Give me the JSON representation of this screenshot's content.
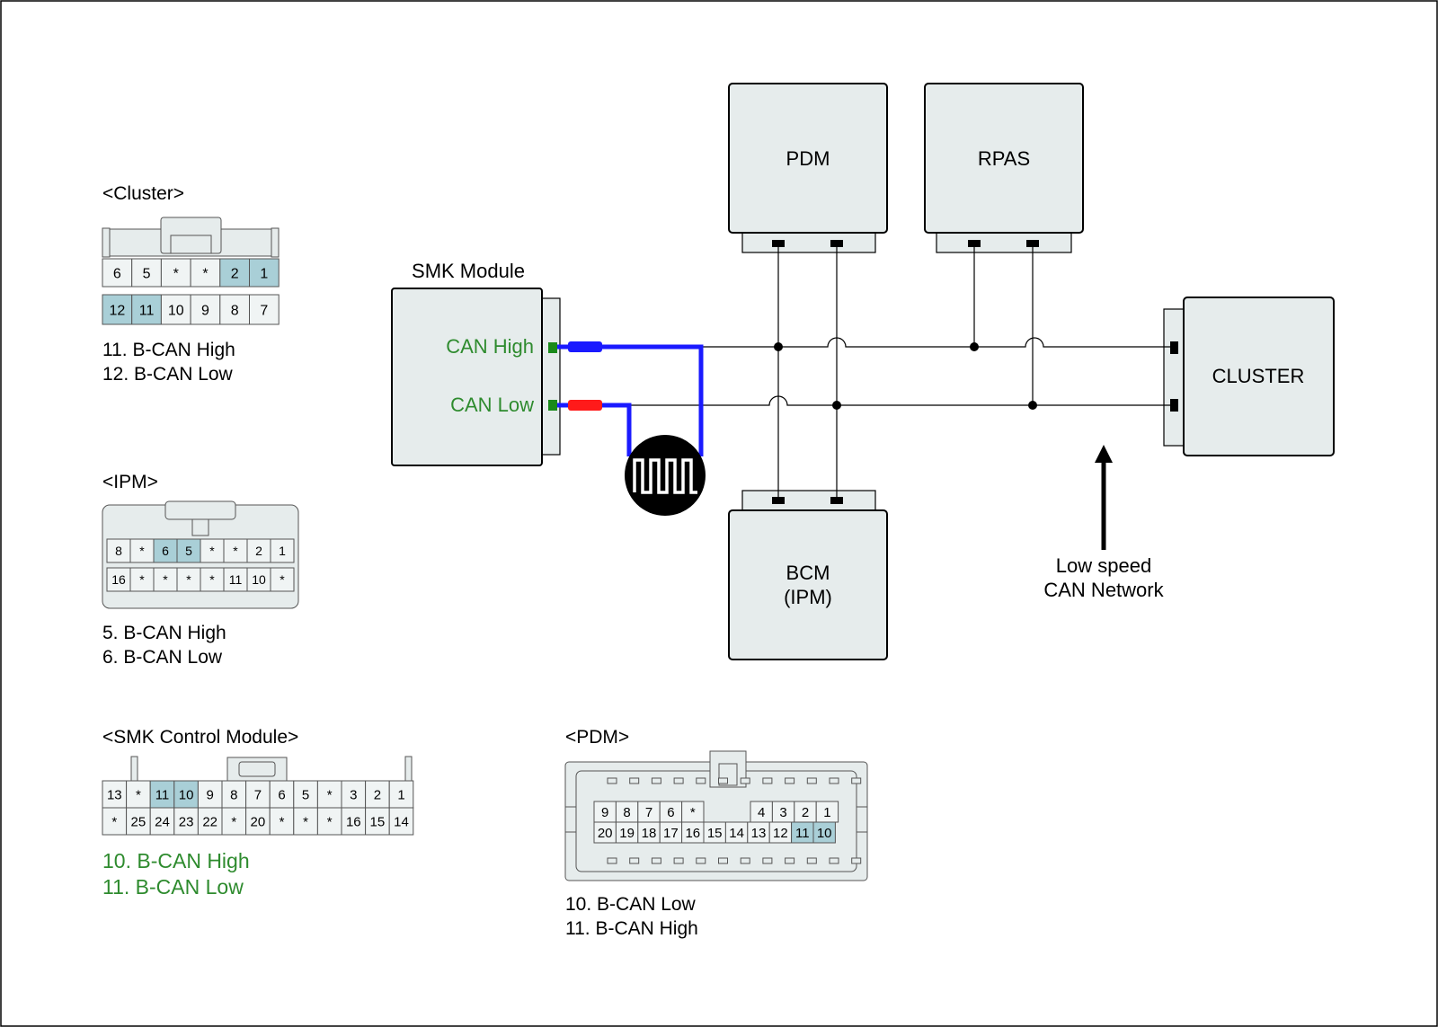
{
  "modules": {
    "pdm": "PDM",
    "rpas": "RPAS",
    "smk": "SMK Module",
    "cluster": "CLUSTER",
    "bcm_line1": "BCM",
    "bcm_line2": "(IPM)"
  },
  "smk_pins": {
    "can_high": "CAN High",
    "can_low": "CAN Low"
  },
  "network": {
    "line1": "Low speed",
    "line2": "CAN Network"
  },
  "cluster_conn": {
    "title": "<Cluster>",
    "top": [
      "6",
      "5",
      "*",
      "*",
      "2",
      "1"
    ],
    "bottom": [
      "12",
      "11",
      "10",
      "9",
      "8",
      "7"
    ],
    "pins": [
      "11. B-CAN High",
      "12. B-CAN Low"
    ]
  },
  "ipm_conn": {
    "title": "<IPM>",
    "top": [
      "8",
      "*",
      "6",
      "5",
      "*",
      "*",
      "2",
      "1"
    ],
    "bottom": [
      "16",
      "*",
      "*",
      "*",
      "*",
      "11",
      "10",
      "*"
    ],
    "pins": [
      "5. B-CAN High",
      "6. B-CAN Low"
    ]
  },
  "smk_conn": {
    "title": "<SMK Control Module>",
    "top": [
      "13",
      "*",
      "11",
      "10",
      "9",
      "8",
      "7",
      "6",
      "5",
      "*",
      "3",
      "2",
      "1"
    ],
    "bottom": [
      "*",
      "25",
      "24",
      "23",
      "22",
      "*",
      "20",
      "*",
      "*",
      "*",
      "16",
      "15",
      "14"
    ],
    "pins": [
      "10. B-CAN High",
      "11. B-CAN Low"
    ]
  },
  "pdm_conn": {
    "title": "<PDM>",
    "top_left": [
      "9",
      "8",
      "7",
      "6",
      "*"
    ],
    "top_right": [
      "4",
      "3",
      "2",
      "1"
    ],
    "bottom": [
      "20",
      "19",
      "18",
      "17",
      "16",
      "15",
      "14",
      "13",
      "12",
      "11",
      "10"
    ],
    "pins": [
      "10. B-CAN Low",
      "11. B-CAN High"
    ]
  },
  "colors": {
    "box_fill": "#e6ecec",
    "pin_highlight": "#a9cfd7",
    "pin_label_green": "#2e8b2e",
    "can_high_wire": "#1a1aff",
    "can_low_wire": "#ff1a1a"
  }
}
